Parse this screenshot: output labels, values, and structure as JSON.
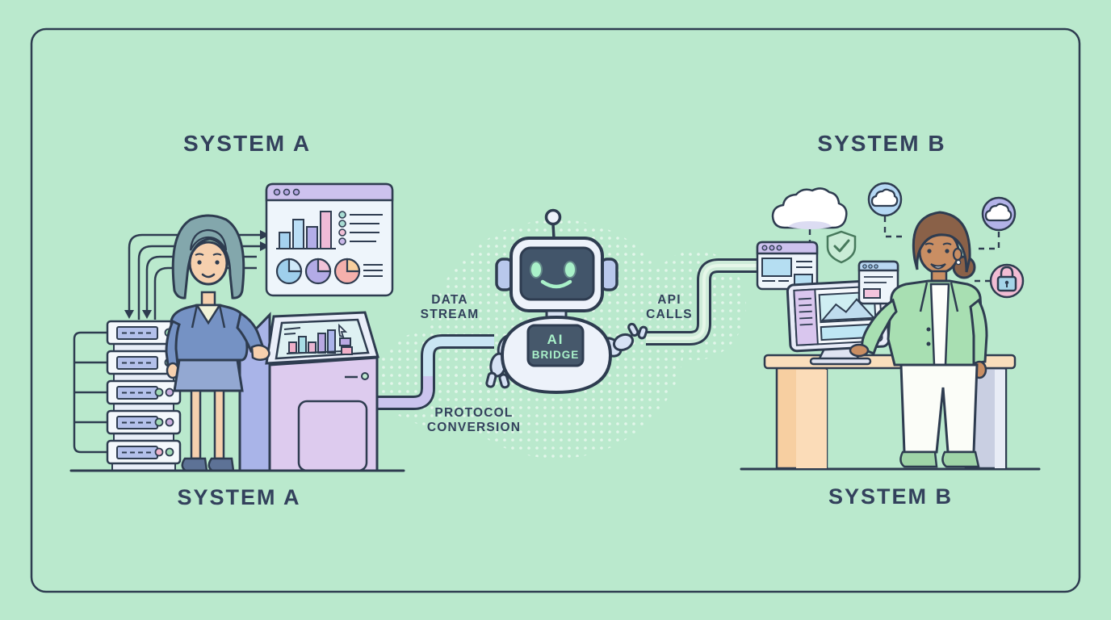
{
  "scene": {
    "description": "Flat illustration of two enterprise systems connected through an AI bridge robot",
    "background_color": "#bae9cd",
    "outline_color": "#2e3c50",
    "text_color": "#33415c"
  },
  "labels": {
    "system_a_top": "SYSTEM A",
    "system_b_top": "SYSTEM B",
    "system_a_bottom": "SYSTEM A",
    "system_b_bottom": "SYSTEM B",
    "data_stream": [
      "DATA",
      "STREAM"
    ],
    "protocol_conversion": [
      "PROTOCOL",
      "CONVERSION"
    ],
    "api_calls": [
      "API",
      "CALLS"
    ],
    "ai_bridge": [
      "AI",
      "BRIDGE"
    ]
  },
  "icons": {
    "left": [
      "server-rack-icon",
      "data-flow-arrows-icon",
      "analytics-dashboard-icon",
      "kiosk-terminal-icon"
    ],
    "center": [
      "ai-robot-icon",
      "antenna-icon",
      "data-pipe-icon"
    ],
    "right": [
      "cloud-icon",
      "cloud-badge-blue-icon",
      "cloud-badge-purple-icon",
      "shield-check-icon",
      "lock-badge-icon",
      "browser-window-icon",
      "monitor-icon",
      "desk-icon"
    ]
  },
  "palette": {
    "background": "#bae9cd",
    "outline": "#2e3c50",
    "label_text": "#33415c",
    "robot_screen": "#42556a",
    "robot_glow": "#a9f1c9",
    "lavender": "#cdc2ee",
    "periwinkle": "#b3c0ea",
    "sky_blue": "#b5def2",
    "pink": "#f0b4cc",
    "soft_green": "#a8dfb2",
    "peach": "#f9debc"
  }
}
